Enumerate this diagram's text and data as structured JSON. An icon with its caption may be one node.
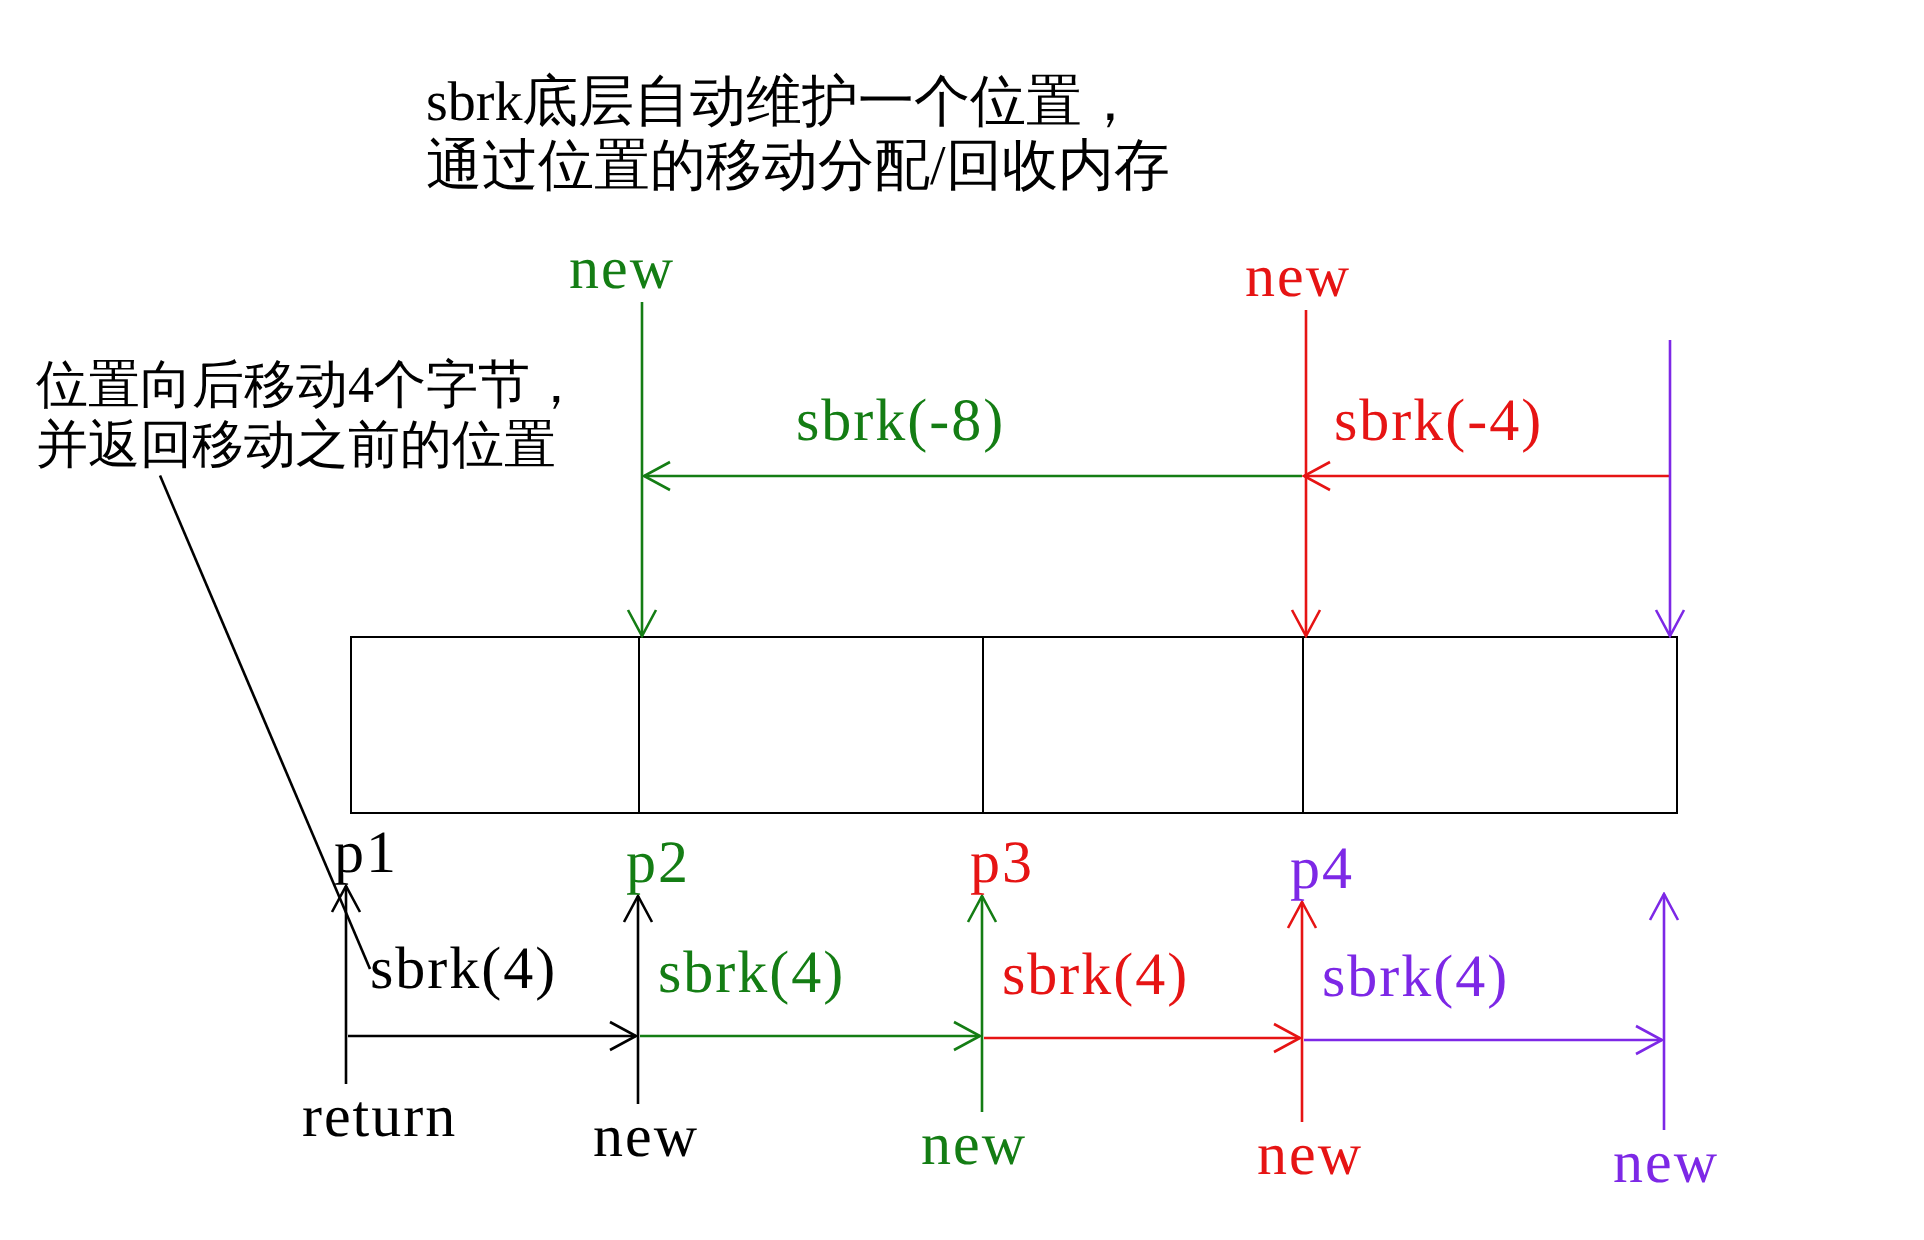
{
  "diagram": {
    "title": "sbrk底层自动维护一个位置，通过位置的移动分配/回收内存",
    "nodes": [
      {
        "text": [
          "new"
        ]
      },
      {
        "text": [
          "new"
        ]
      },
      {
        "text": [
          "位置向后移动4个字节，并返回移动之前的位置"
        ]
      },
      {
        "text": [],
        "shape": "box"
      },
      {
        "text": [],
        "shape": "box"
      },
      {
        "text": [],
        "shape": "box"
      },
      {
        "text": [],
        "shape": "box"
      },
      {
        "text": [
          "p1"
        ]
      },
      {
        "text": [
          "p2"
        ]
      },
      {
        "text": [
          "p3"
        ]
      },
      {
        "text": [
          "p4"
        ]
      },
      {
        "text": [
          "sbrk(4)"
        ]
      },
      {
        "text": [
          "return"
        ]
      },
      {
        "text": [
          "new"
        ]
      },
      {
        "text": [
          "new"
        ]
      },
      {
        "text": [
          "new"
        ]
      },
      {
        "text": [
          "new"
        ]
      }
    ],
    "edges": [
      {
        "from": 0,
        "to": 4,
        "arrow": "to",
        "color": "#147d14"
      },
      {
        "from": 1,
        "to": 6,
        "arrow": "to",
        "color": "#e61414"
      },
      {
        "from": null,
        "to": 6,
        "arrow": "to",
        "color": "#7d28e6"
      },
      {
        "from": 2,
        "to": 11,
        "arrow": "none"
      },
      {
        "from": 12,
        "to": 7,
        "arrow": "to"
      },
      {
        "from": 13,
        "to": 8,
        "arrow": "to"
      },
      {
        "from": 14,
        "to": 9,
        "arrow": "to",
        "color": "#147d14"
      },
      {
        "from": 15,
        "to": 10,
        "arrow": "to",
        "color": "#e61414"
      },
      {
        "from": 16,
        "to": null,
        "arrow": "to",
        "color": "#7d28e6"
      }
    ],
    "labels": [
      "sbrk(-8)",
      "sbrk(-4)",
      "sbrk(4)",
      "sbrk(4)",
      "sbrk(4)"
    ]
  }
}
